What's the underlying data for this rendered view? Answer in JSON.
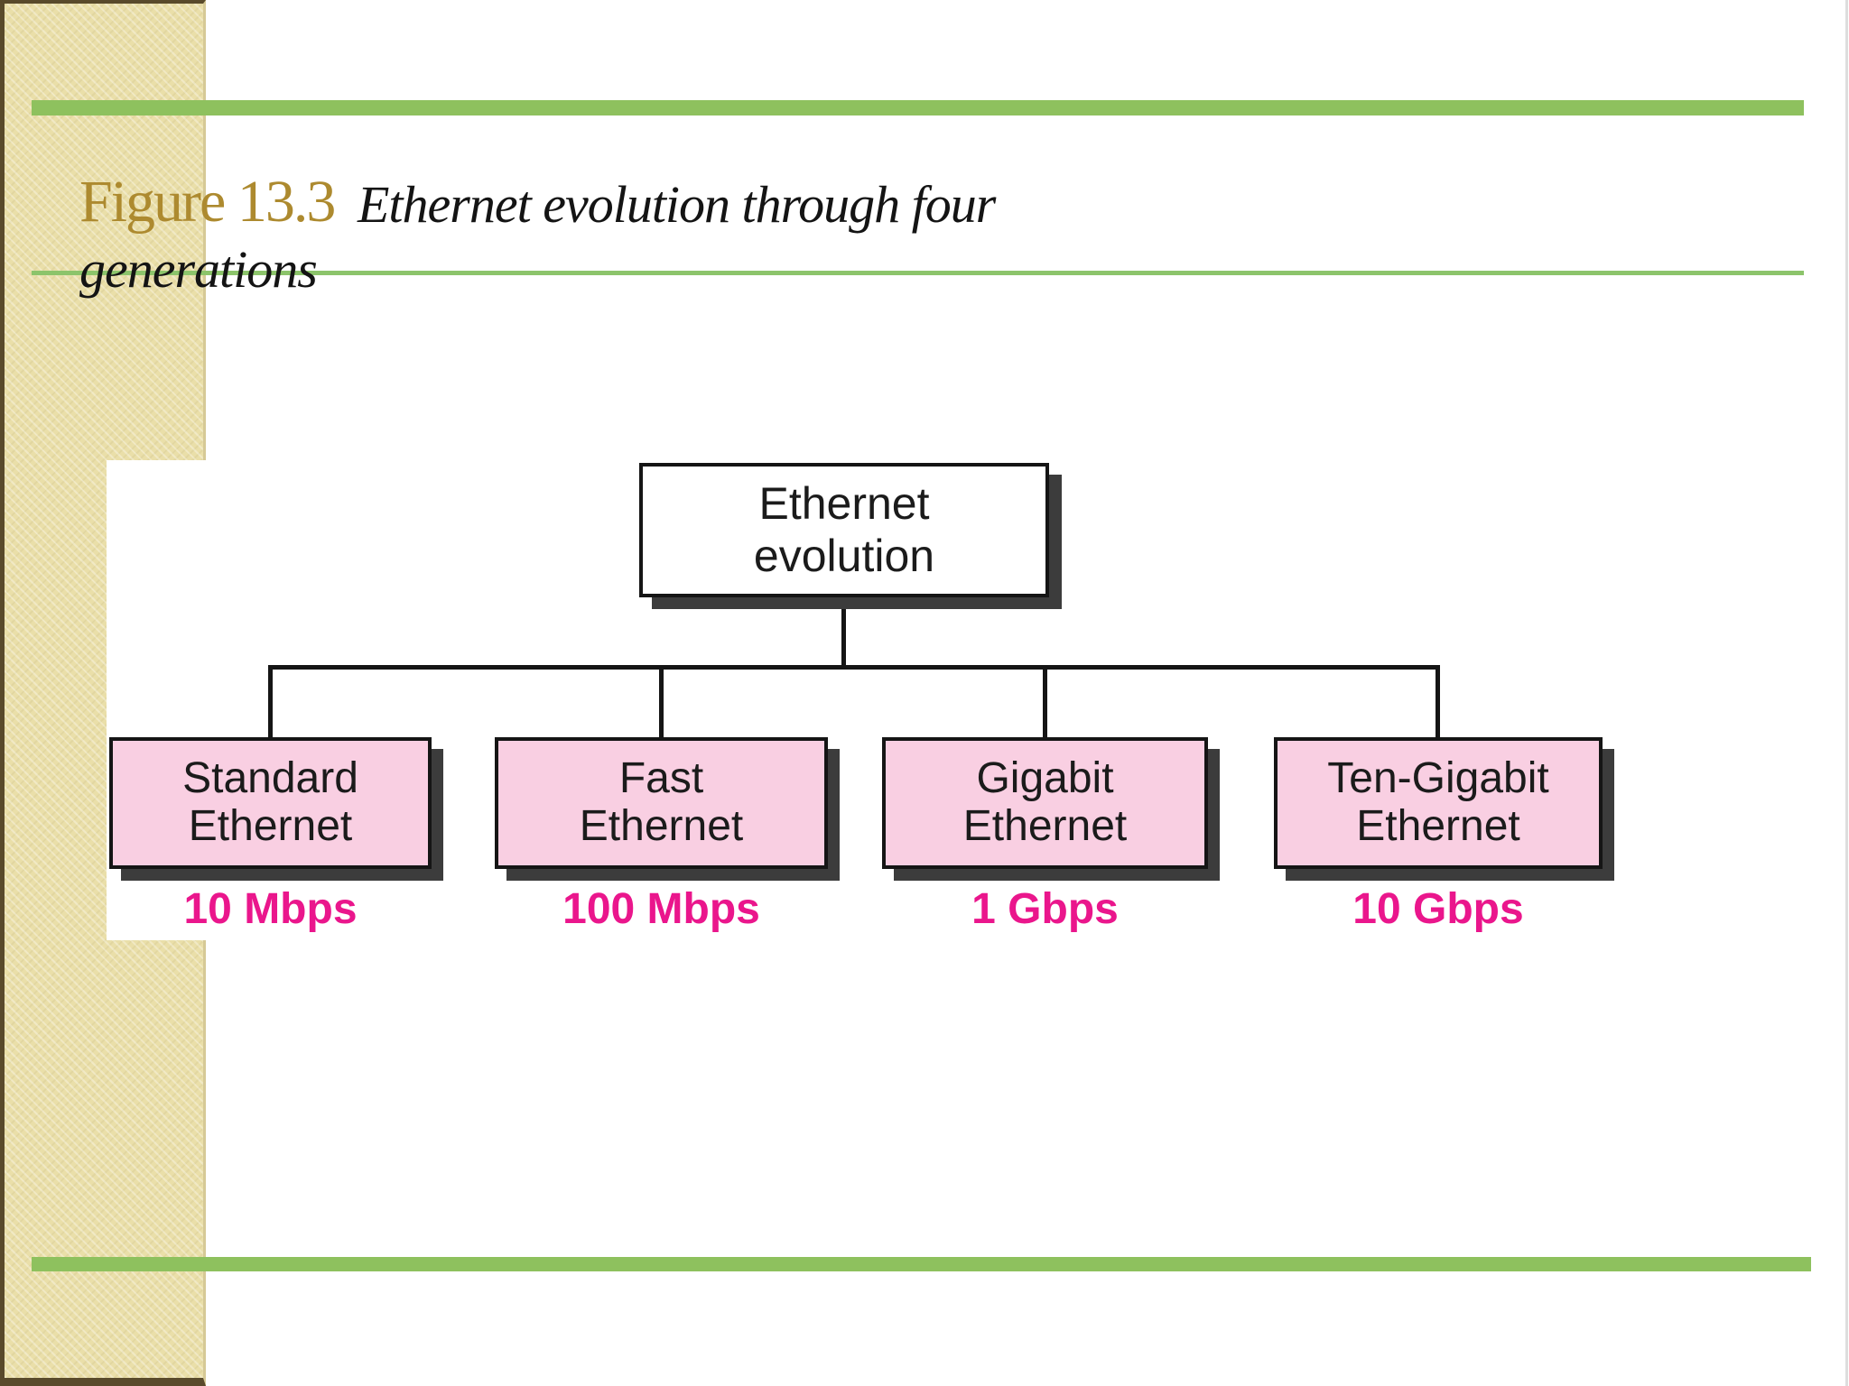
{
  "slide": {
    "figure_label": "Figure 13.3",
    "caption_line1": "Ethernet evolution through four",
    "caption_line2": "generations"
  },
  "diagram": {
    "root": {
      "line1": "Ethernet",
      "line2": "evolution"
    },
    "children": [
      {
        "line1": "Standard",
        "line2": "Ethernet",
        "speed": "10 Mbps"
      },
      {
        "line1": "Fast",
        "line2": "Ethernet",
        "speed": "100 Mbps"
      },
      {
        "line1": "Gigabit",
        "line2": "Ethernet",
        "speed": "1 Gbps"
      },
      {
        "line1": "Ten-Gigabit",
        "line2": "Ethernet",
        "speed": "10 Gbps"
      }
    ]
  },
  "colors": {
    "accentGreen": "#8EC15E",
    "thinLineGreen": "#8CC46B",
    "sidebarTan": "#EADFA9",
    "sidebarBorderBrown": "#594A2B",
    "titleGold": "#AD8A2F",
    "speedMagenta": "#EA168C",
    "boxPink": "#F9CFE2",
    "shadowGray": "#3C3C3C",
    "lineBlack": "#151515"
  }
}
